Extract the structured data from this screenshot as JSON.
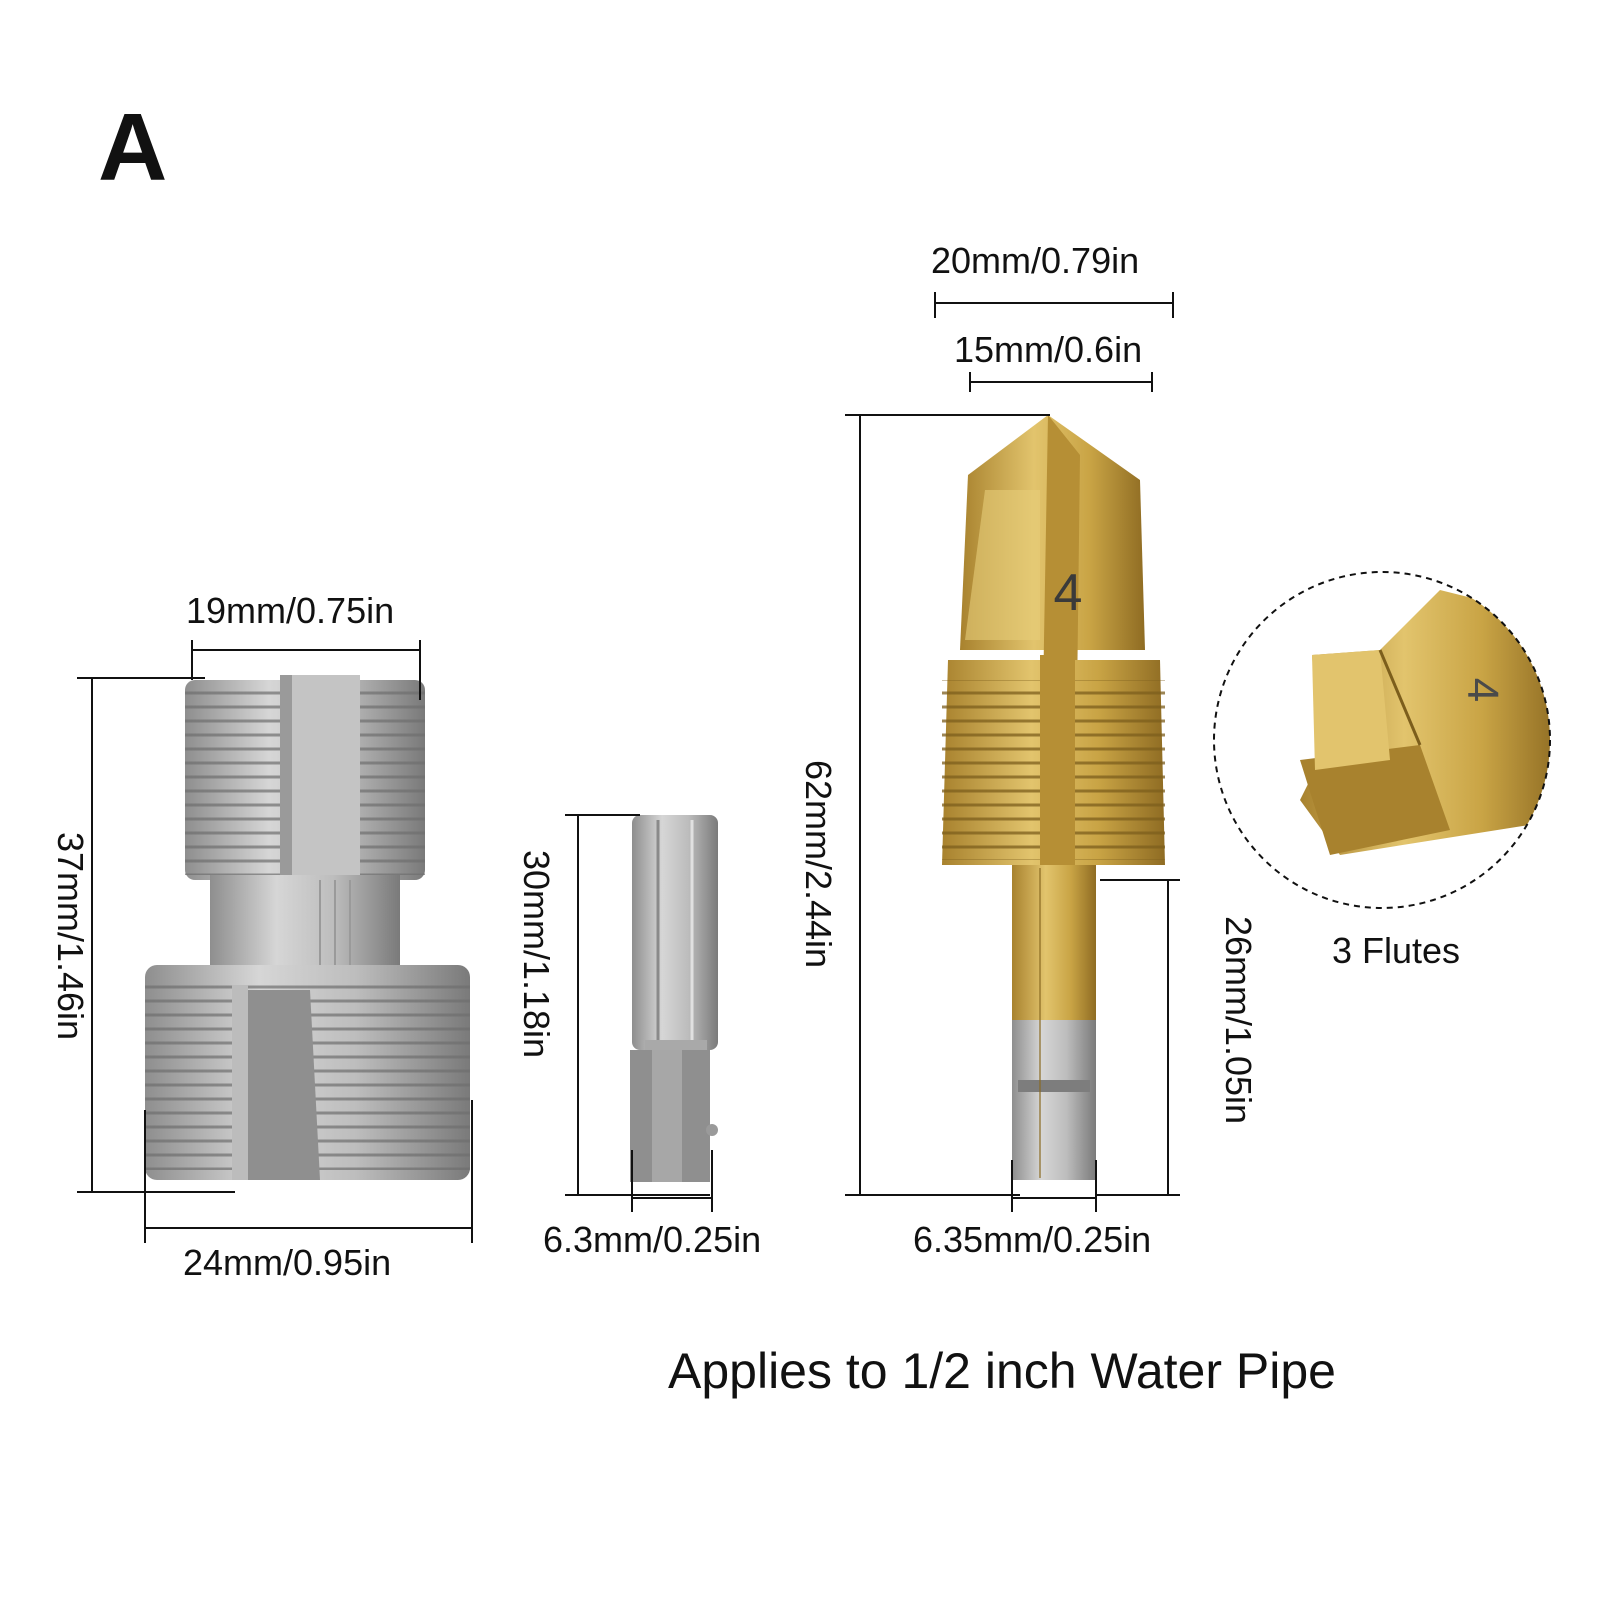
{
  "variant_label": "A",
  "footer_text": "Applies to 1/2 inch Water Pipe",
  "colors": {
    "silver": "#b9b9b9",
    "silver_dark": "#7d7d7d",
    "gold": "#c9a445",
    "gold_dark": "#8a6a22",
    "line": "#111111"
  },
  "thread_tap": {
    "icon": "pipe-thread-tap",
    "top_width": "19mm/0.75in",
    "height": "37mm/1.46in",
    "bottom_width": "24mm/0.95in"
  },
  "hex_adapter": {
    "icon": "hex-shank-adapter",
    "length": "30mm/1.18in",
    "width": "6.3mm/0.25in"
  },
  "step_drill": {
    "icon": "step-drill-bit",
    "outer_width": "20mm/0.79in",
    "inner_width": "15mm/0.6in",
    "total_length": "62mm/2.44in",
    "shank_length": "26mm/1.05in",
    "shank_width": "6.35mm/0.25in",
    "marking": "4"
  },
  "detail": {
    "icon": "flute-detail-magnifier",
    "caption": "3 Flutes",
    "marking": "4"
  }
}
